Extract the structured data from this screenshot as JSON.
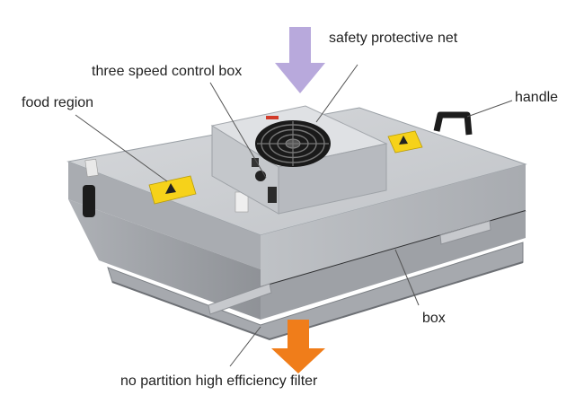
{
  "labels": {
    "safety_protective_net": "safety protective net",
    "three_speed_control_box": "three speed control box",
    "food_region": "food region",
    "handle": "handle",
    "box": "box",
    "no_partition_filter": "no partition high efficiency filter"
  },
  "colors": {
    "intake_arrow": "#b8a9dc",
    "outflow_arrow": "#f07d1a",
    "housing_top": "#c9cbcf",
    "housing_front": "#b2b5ba",
    "housing_side": "#9c9fa5",
    "fan_module": "#d5d7da",
    "warning_label": "#f6d21a",
    "handle": "#1c1c1c",
    "leader_line": "#555555"
  },
  "icons": {
    "intake": "down-arrow-icon",
    "outflow": "down-arrow-icon",
    "fan": "fan-grille-icon",
    "warning": "warning-triangle-icon"
  }
}
